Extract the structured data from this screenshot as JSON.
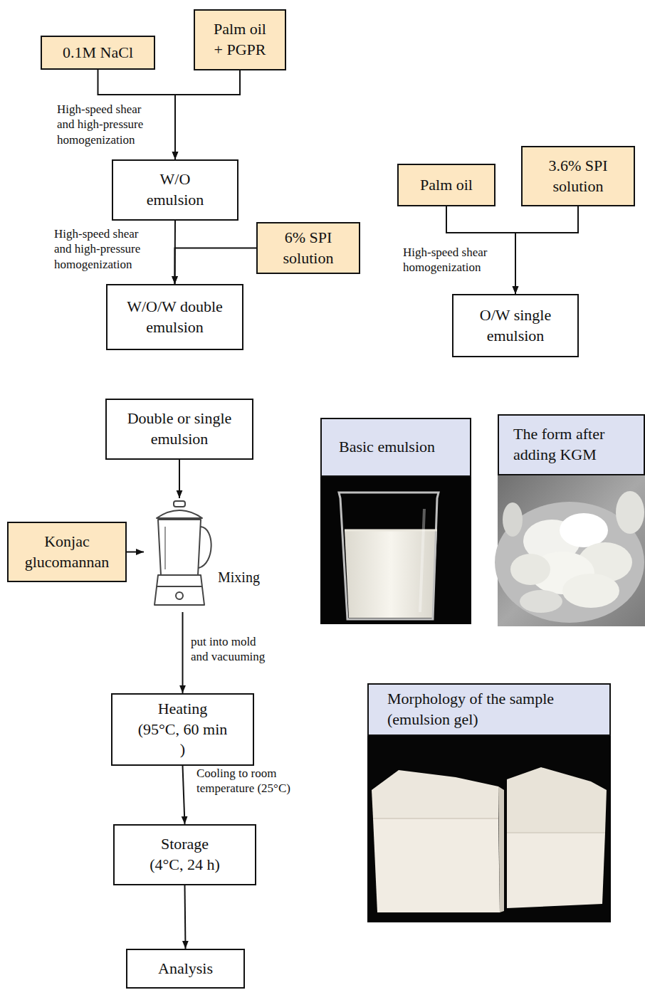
{
  "diagram": {
    "nodes": [
      {
        "text": [
          "0.1M NaCl"
        ]
      },
      {
        "text": [
          "Palm oil + PGPR"
        ]
      },
      {
        "text": [
          "W/O emulsion"
        ]
      },
      {
        "text": [
          "6% SPI solution"
        ]
      },
      {
        "text": [
          "W/O/W double emulsion"
        ]
      },
      {
        "text": [
          "Palm oil"
        ]
      },
      {
        "text": [
          "3.6% SPI solution"
        ]
      },
      {
        "text": [
          "O/W single emulsion"
        ]
      },
      {
        "text": [
          "Double or single emulsion"
        ]
      },
      {
        "text": [
          "Basic emulsion"
        ]
      },
      {
        "text": [
          "The form after adding KGM"
        ]
      },
      {
        "text": [
          "Konjac glucomannan"
        ]
      },
      {
        "text": [
          "Mixing"
        ]
      },
      {
        "text": [
          "Heating (95°C, 60 min )"
        ]
      },
      {
        "text": [
          "Morphology of the sample (emulsion gel)"
        ]
      },
      {
        "text": [
          "Storage (4°C, 24 h)"
        ]
      },
      {
        "text": [
          "Analysis"
        ]
      }
    ],
    "edges": [
      {
        "from": 0,
        "to": 2,
        "arrow": "to",
        "label": "High-speed shear and high-pressure homogenization"
      },
      {
        "from": 1,
        "to": 2,
        "arrow": "to"
      },
      {
        "from": 2,
        "to": 4,
        "arrow": "to",
        "label": "High-speed shear and high-pressure homogenization"
      },
      {
        "from": 3,
        "to": 4,
        "arrow": "to"
      },
      {
        "from": 5,
        "to": 7,
        "arrow": "to",
        "label": "High-speed shear homogenization"
      },
      {
        "from": 6,
        "to": 7,
        "arrow": "to"
      },
      {
        "from": 8,
        "to": 12,
        "arrow": "to"
      },
      {
        "from": 11,
        "to": 12,
        "arrow": "to"
      },
      {
        "from": 12,
        "to": 13,
        "arrow": "to",
        "label": "put into mold and vacuuming"
      },
      {
        "from": 13,
        "to": 15,
        "arrow": "to",
        "label": "Cooling to room temperature (25°C)"
      },
      {
        "from": 15,
        "to": 16,
        "arrow": "to"
      }
    ]
  }
}
